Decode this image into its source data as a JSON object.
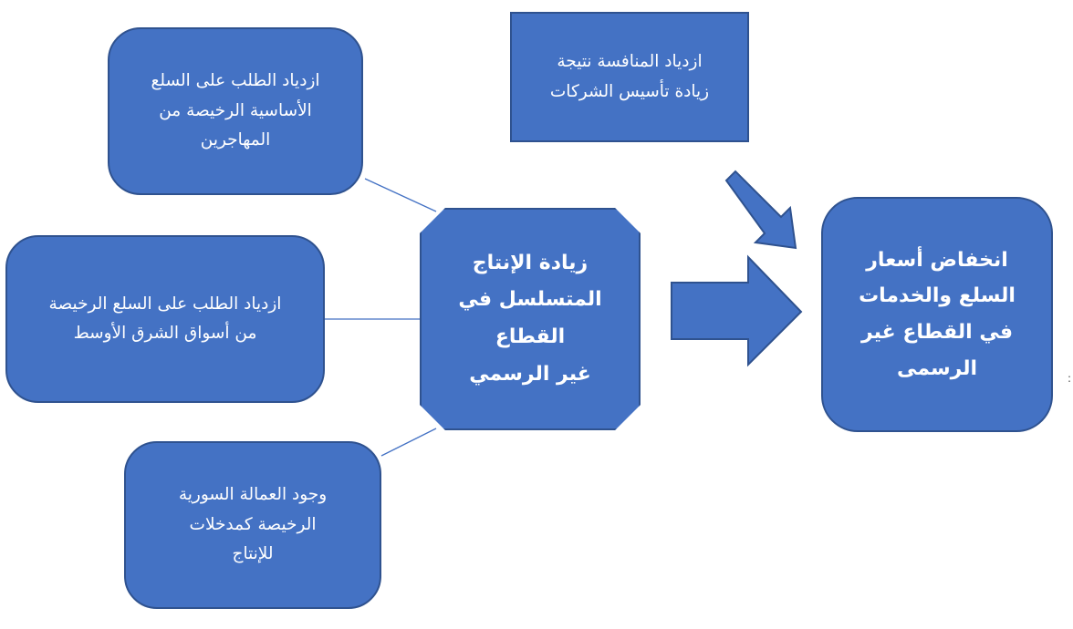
{
  "nodes": {
    "demand_migrants": "ازدياد الطلب على السلع\nالأساسية الرخيصة من\nالمهاجرين",
    "demand_middle_east": "ازدياد الطلب على السلع  الرخيصة\nمن أسواق الشرق الأوسط",
    "syrian_labor": "وجود العمالة السورية\nالرخيصة كمدخلات\nللإنتاج",
    "center": "زيادة الإنتاج\nالمتسلسل في القطاع\nغير الرسمي",
    "competition": "ازدياد المنافسة نتيجة\nزيادة تأسيس الشركات",
    "result": "انخفاض أسعار\nالسلع والخدمات\nفي القطاع غير\nالرسمى"
  },
  "margin_mark": ":",
  "colors": {
    "box_fill": "#4472c4",
    "box_border": "#2f528f",
    "text": "#ffffff",
    "connector": "#4472c4"
  }
}
